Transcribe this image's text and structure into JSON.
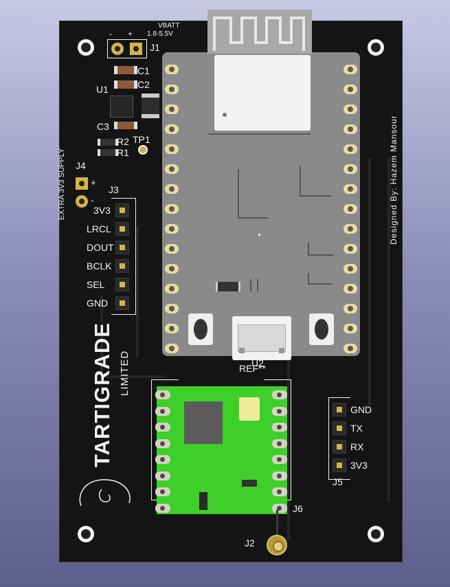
{
  "board": {
    "vbatt_label": "VBATT",
    "vbatt_range": "1.8-5.5V",
    "j1_label": "J1",
    "j1_minus": "-",
    "j1_plus": "+",
    "c1": "C1",
    "c2": "C2",
    "c3": "C3",
    "u1": "U1",
    "r1": "R1",
    "r2": "R2",
    "tp1": "TP1",
    "j4_label": "J4",
    "j4_plus": "+",
    "j4_minus": "-",
    "extra_supply": "EXTRA 3V3 SUPPLY",
    "j3_label": "J3",
    "j3_pins": [
      "3V3",
      "LRCL",
      "DOUT",
      "BCLK",
      "SEL",
      "GND"
    ],
    "j5_label": "J5",
    "j5_pins": [
      "GND",
      "TX",
      "RX",
      "3V3"
    ],
    "j6_label": "J6",
    "j2_label": "J2",
    "ref_label": "REF**",
    "u2_label": "U2",
    "brand_main": "TARTIGRADE",
    "brand_sub": "LIMITED",
    "designer": "Designed By: Hazem Mansour"
  },
  "colors": {
    "board": "#141414",
    "silkscreen": "#f2f2f2",
    "module_gray": "#8a8a8a",
    "rf_module_green": "#3ecf2a",
    "pad_gold": "#d4b44a"
  }
}
